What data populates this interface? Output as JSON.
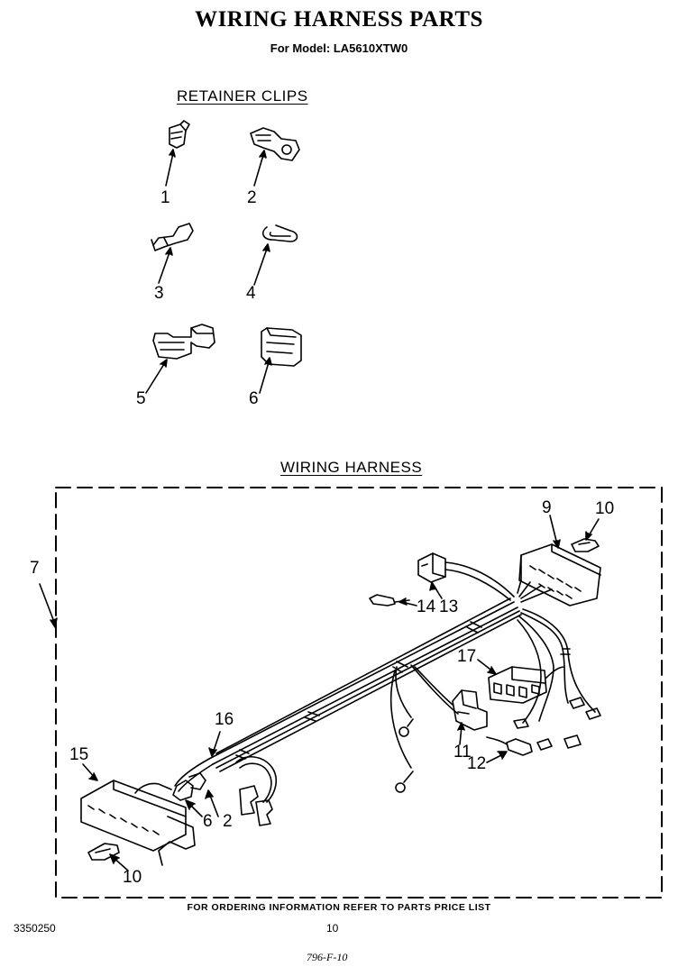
{
  "header": {
    "title": "WIRING HARNESS PARTS",
    "subtitle": "For Model: LA5610XTW0"
  },
  "retainer_clips": {
    "heading": "RETAINER CLIPS",
    "callouts": [
      "1",
      "2",
      "3",
      "4",
      "5",
      "6"
    ]
  },
  "wiring_harness": {
    "heading": "WIRING HARNESS",
    "callouts": {
      "c7": "7",
      "c9": "9",
      "c10_top": "10",
      "c14": "14",
      "c13": "13",
      "c17": "17",
      "c16": "16",
      "c15": "15",
      "c11": "11",
      "c12": "12",
      "c6": "6",
      "c2": "2",
      "c10_bottom": "10"
    }
  },
  "footer": {
    "ordering_note": "FOR ORDERING INFORMATION REFER TO PARTS PRICE LIST",
    "doc_number": "3350250",
    "page_number": "10",
    "handwritten_note": "796-F-10"
  }
}
